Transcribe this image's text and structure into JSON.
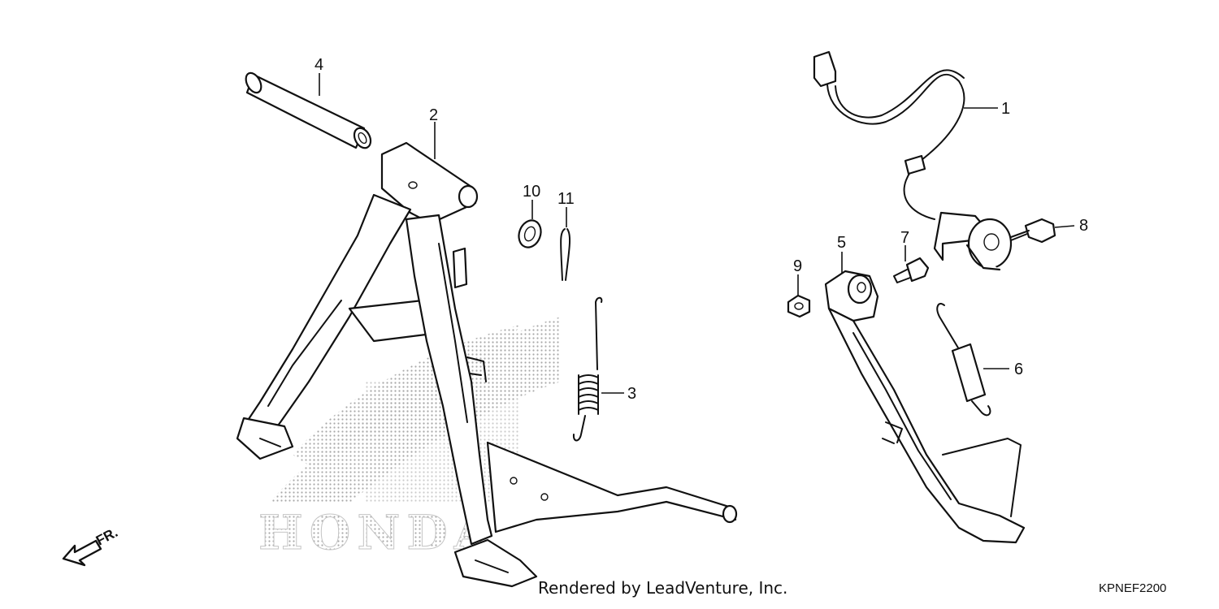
{
  "diagram": {
    "callouts": [
      "1",
      "2",
      "3",
      "4",
      "5",
      "6",
      "7",
      "8",
      "9",
      "10",
      "11"
    ],
    "direction_label": "FR.",
    "watermark_text": "HONDA"
  },
  "footer": {
    "credit": "Rendered by LeadVenture, Inc.",
    "code": "KPNEF2200"
  }
}
